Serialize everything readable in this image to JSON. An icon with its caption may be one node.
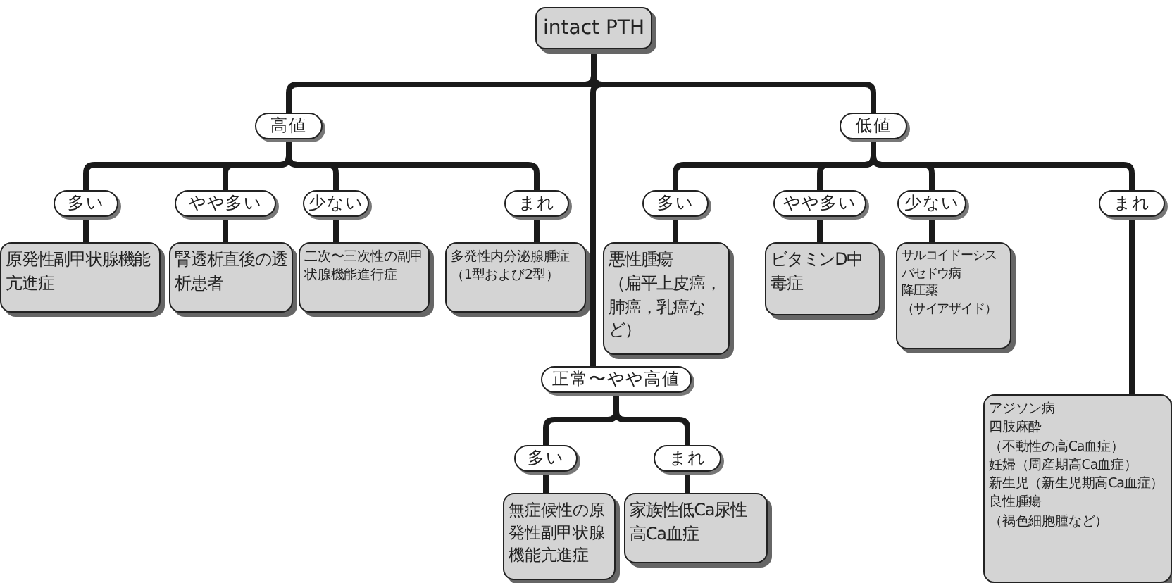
{
  "diagram": {
    "nodes": [
      {
        "text": [
          "intact PTH"
        ]
      },
      {
        "text": [
          "高値"
        ]
      },
      {
        "text": [
          "低値"
        ]
      },
      {
        "text": [
          "正常〜やや高値"
        ]
      },
      {
        "text": [
          "多い"
        ]
      },
      {
        "text": [
          "やや多い"
        ]
      },
      {
        "text": [
          "少ない"
        ]
      },
      {
        "text": [
          "まれ"
        ]
      },
      {
        "text": [
          "原発性副甲状腺機能亢進症"
        ]
      },
      {
        "text": [
          "腎透析直後の透析患者"
        ]
      },
      {
        "text": [
          "二次〜三次性の副甲状腺機能進行症"
        ]
      },
      {
        "text": [
          "多発性内分泌腺腫症（1型および2型）"
        ]
      },
      {
        "text": [
          "多い"
        ]
      },
      {
        "text": [
          "やや多い"
        ]
      },
      {
        "text": [
          "少ない"
        ]
      },
      {
        "text": [
          "まれ"
        ]
      },
      {
        "text": [
          "悪性腫瘍",
          "（扁平上皮癌，肺癌，乳癌など）"
        ]
      },
      {
        "text": [
          "ビタミンD中毒症"
        ]
      },
      {
        "text": [
          "サルコイドーシス",
          "バセドウ病",
          "降圧薬",
          "（サイアザイド）"
        ]
      },
      {
        "text": [
          "アジソン病",
          "四肢麻酔",
          "（不動性の高Ca血症）",
          "妊婦（周産期高Ca血症）",
          "新生児（新生児期高Ca血症）",
          "良性腫瘍",
          "（褐色細胞腫など）"
        ]
      },
      {
        "text": [
          "多い"
        ]
      },
      {
        "text": [
          "まれ"
        ]
      },
      {
        "text": [
          "無症候性の原発性副甲状腺機能亢進症"
        ]
      },
      {
        "text": [
          "家族性低Ca尿性高Ca血症"
        ]
      }
    ],
    "edges": [
      {
        "from": 0,
        "to": 1,
        "arrow": "none"
      },
      {
        "from": 0,
        "to": 2,
        "arrow": "none"
      },
      {
        "from": 0,
        "to": 3,
        "arrow": "none"
      },
      {
        "from": 1,
        "to": 4,
        "arrow": "none"
      },
      {
        "from": 1,
        "to": 5,
        "arrow": "none"
      },
      {
        "from": 1,
        "to": 6,
        "arrow": "none"
      },
      {
        "from": 1,
        "to": 7,
        "arrow": "none"
      },
      {
        "from": 4,
        "to": 8,
        "arrow": "none"
      },
      {
        "from": 5,
        "to": 9,
        "arrow": "none"
      },
      {
        "from": 6,
        "to": 10,
        "arrow": "none"
      },
      {
        "from": 7,
        "to": 11,
        "arrow": "none"
      },
      {
        "from": 2,
        "to": 12,
        "arrow": "none"
      },
      {
        "from": 2,
        "to": 13,
        "arrow": "none"
      },
      {
        "from": 2,
        "to": 14,
        "arrow": "none"
      },
      {
        "from": 2,
        "to": 15,
        "arrow": "none"
      },
      {
        "from": 12,
        "to": 16,
        "arrow": "none"
      },
      {
        "from": 13,
        "to": 17,
        "arrow": "none"
      },
      {
        "from": 14,
        "to": 18,
        "arrow": "none"
      },
      {
        "from": 15,
        "to": 19,
        "arrow": "none"
      },
      {
        "from": 3,
        "to": 20,
        "arrow": "none"
      },
      {
        "from": 3,
        "to": 21,
        "arrow": "none"
      },
      {
        "from": 20,
        "to": 22,
        "arrow": "none"
      },
      {
        "from": 21,
        "to": 23,
        "arrow": "none"
      }
    ]
  }
}
